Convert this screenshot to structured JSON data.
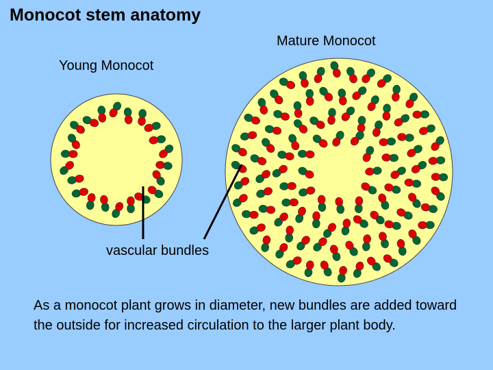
{
  "title": "Monocot stem anatomy",
  "labels": {
    "mature": "Mature Monocot",
    "young": "Young Monocot",
    "vascular_bundles": "vascular bundles"
  },
  "caption": "As a monocot plant grows in diameter, new bundles are added toward the outside for increased circulation to the larger plant body.",
  "colors": {
    "background": "#99ccff",
    "stem_fill": "#ffff99",
    "xylem": "#dd0000",
    "phloem": "#006633"
  }
}
